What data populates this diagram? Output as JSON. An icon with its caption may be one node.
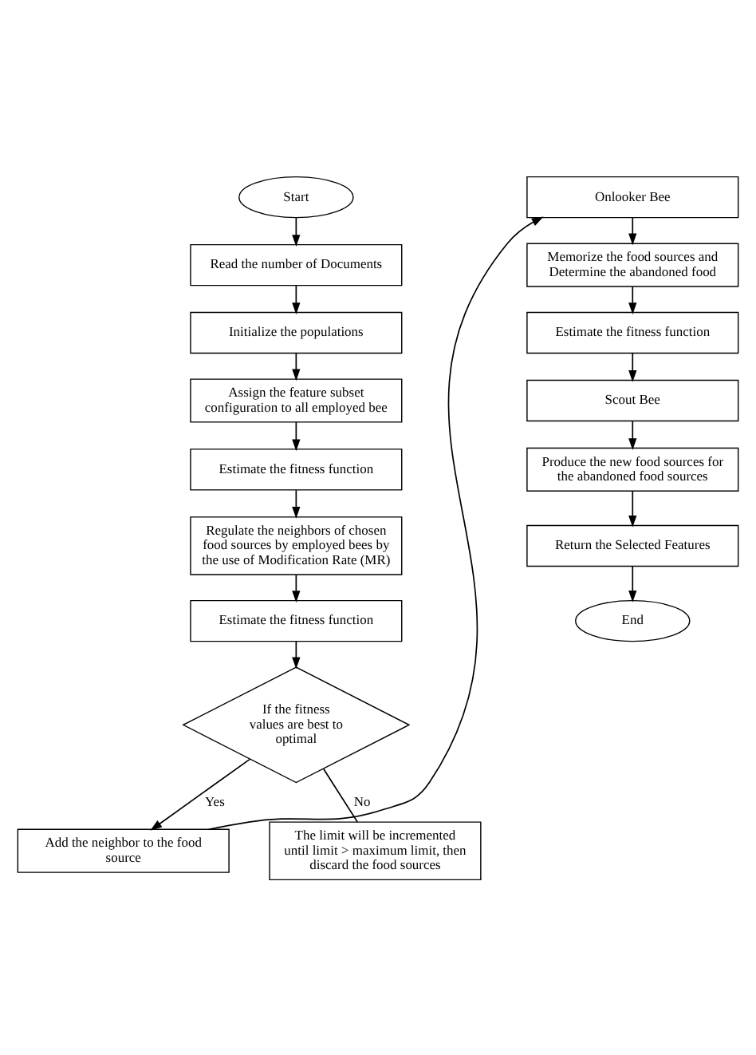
{
  "diagram": {
    "nodes": [
      {
        "text": [
          "Start"
        ]
      },
      {
        "text": [
          "Read the number of Documents"
        ]
      },
      {
        "text": [
          "Initialize the populations"
        ]
      },
      {
        "text": [
          "Assign the feature subset configuration to all employed bee"
        ]
      },
      {
        "text": [
          "Estimate the fitness function"
        ]
      },
      {
        "text": [
          "Regulate the neighbors of chosen food sources by employed bees by the use of Modification Rate (MR)"
        ]
      },
      {
        "text": [
          "Estimate the fitness function"
        ]
      },
      {
        "text": [
          "If the fitness values are best to optimal"
        ]
      },
      {
        "text": [
          "Add the neighbor to the food source"
        ]
      },
      {
        "text": [
          "The limit will be incremented until limit > maximum limit, then discard the food sources"
        ]
      },
      {
        "text": [
          "Onlooker Bee"
        ]
      },
      {
        "text": [
          "Memorize the food sources and Determine the abandoned food"
        ]
      },
      {
        "text": [
          "Estimate the fitness function"
        ]
      },
      {
        "text": [
          "Scout Bee"
        ]
      },
      {
        "text": [
          "Produce the new food sources for the abandoned food sources"
        ]
      },
      {
        "text": [
          "Return the Selected Features"
        ]
      },
      {
        "text": [
          "End"
        ]
      }
    ],
    "edges": [
      {
        "from": 0,
        "to": 1,
        "arrow": "to"
      },
      {
        "from": 1,
        "to": 2,
        "arrow": "to"
      },
      {
        "from": 2,
        "to": 3,
        "arrow": "to"
      },
      {
        "from": 3,
        "to": 4,
        "arrow": "to"
      },
      {
        "from": 4,
        "to": 5,
        "arrow": "to"
      },
      {
        "from": 5,
        "to": 6,
        "arrow": "to"
      },
      {
        "from": 6,
        "to": 7,
        "arrow": "to"
      },
      {
        "from": 7,
        "to": 8,
        "arrow": "to",
        "label": "Yes"
      },
      {
        "from": 7,
        "to": 9,
        "arrow": "none",
        "label": "No"
      },
      {
        "from": 8,
        "to": 10,
        "arrow": "to"
      },
      {
        "from": 10,
        "to": 11,
        "arrow": "to"
      },
      {
        "from": 11,
        "to": 12,
        "arrow": "to"
      },
      {
        "from": 12,
        "to": 13,
        "arrow": "to"
      },
      {
        "from": 13,
        "to": 14,
        "arrow": "to"
      },
      {
        "from": 14,
        "to": 15,
        "arrow": "to"
      },
      {
        "from": 15,
        "to": 16,
        "arrow": "to"
      }
    ]
  }
}
